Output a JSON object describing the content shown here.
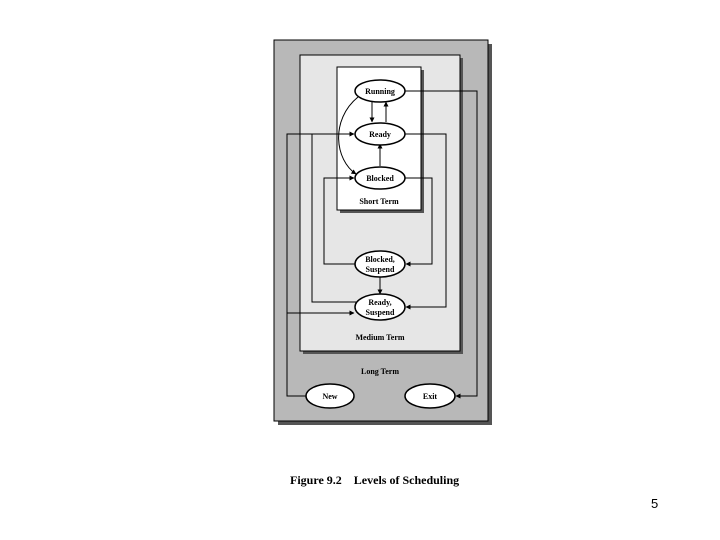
{
  "figure": {
    "caption_number": "Figure 9.2",
    "caption_title": "Levels of Scheduling",
    "regions": {
      "long_term": "Long Term",
      "medium_term": "Medium Term",
      "short_term": "Short Term"
    },
    "states": {
      "running": "Running",
      "ready": "Ready",
      "blocked": "Blocked",
      "blocked_suspend": [
        "Blocked,",
        "Suspend"
      ],
      "ready_suspend": [
        "Ready,",
        "Suspend"
      ],
      "new": "New",
      "exit": "Exit"
    },
    "colors": {
      "long_term_fill": "#b8b8b8",
      "medium_term_fill": "#e6e6e6",
      "short_term_fill": "#ffffff",
      "stroke": "#000000"
    }
  },
  "page": {
    "number": "5"
  }
}
